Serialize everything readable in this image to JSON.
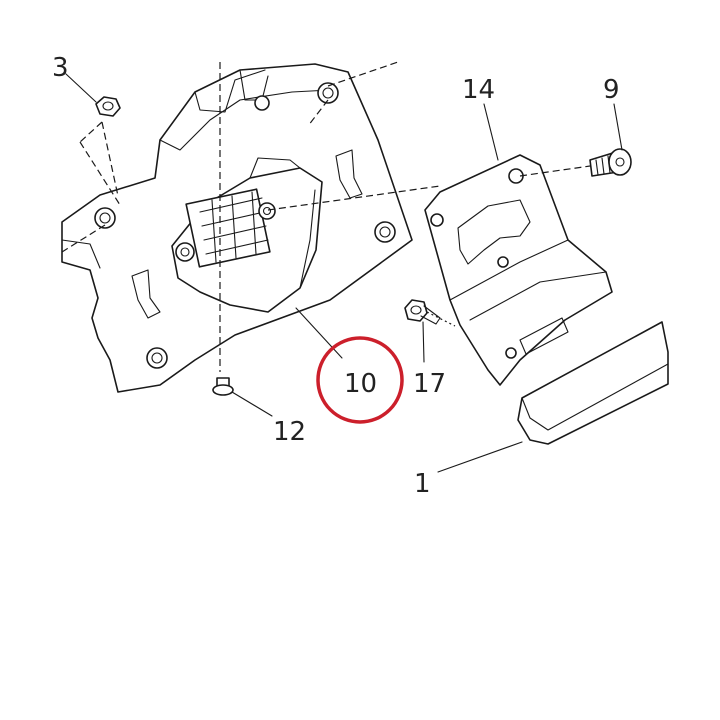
{
  "labels": {
    "l3": "3",
    "l14": "14",
    "l9": "9",
    "l10": "10",
    "l17": "17",
    "l12": "12",
    "l1": "1"
  },
  "colors": {
    "line": "#1a1a1a",
    "label": "#222222",
    "highlight": "#cc1f2b",
    "background": "#ffffff"
  },
  "highlighted_part": "10"
}
